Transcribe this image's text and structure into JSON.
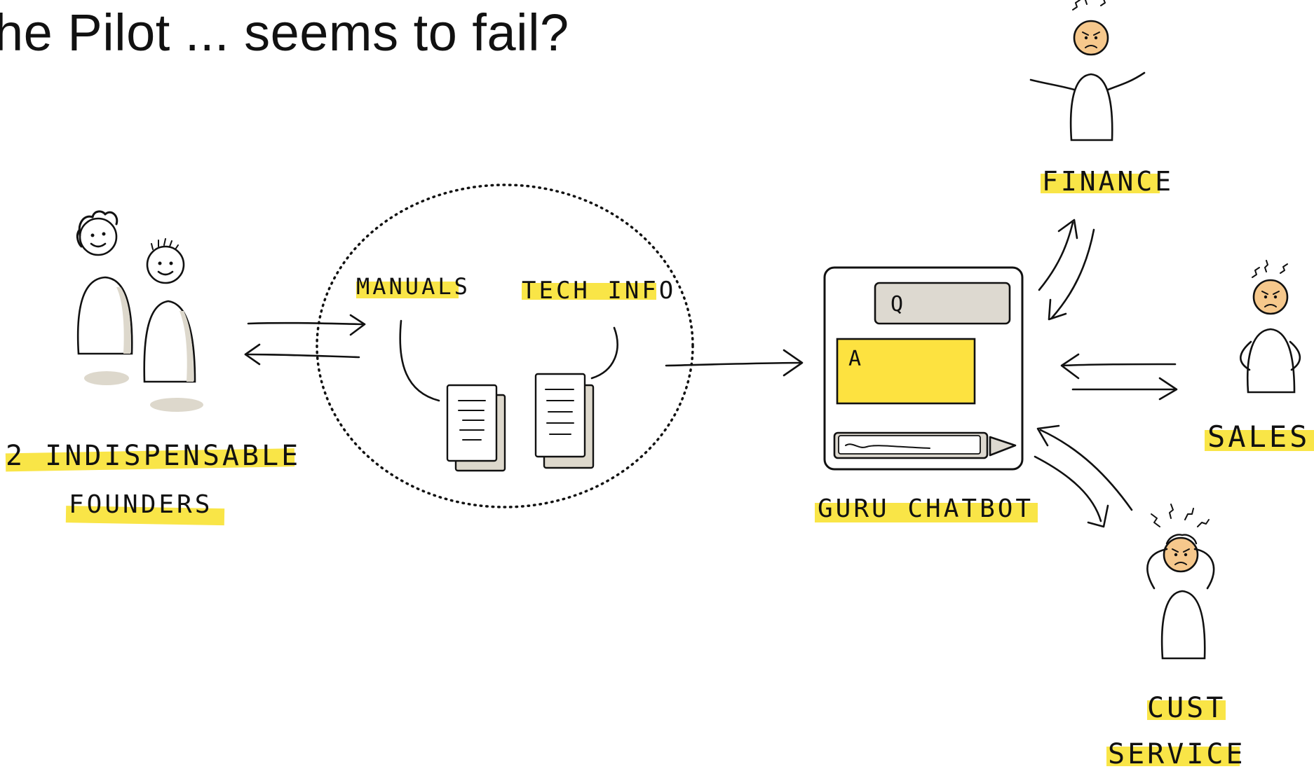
{
  "title": "he Pilot ... seems to fail?",
  "labels": {
    "founders_line1": "2 INDISPENSABLE",
    "founders_line2": "FOUNDERS",
    "manuals": "MANUALS",
    "tech_info": "TECH INFO",
    "chatbot": "GURU CHATBOT",
    "finance": "FINANCE",
    "sales": "SALES",
    "cust_line1": "CUST",
    "cust_line2": "SERVICE"
  },
  "chatbot_ui": {
    "question_label": "Q",
    "answer_label": "A"
  },
  "colors": {
    "highlight": "#f9e547",
    "answer_box": "#fde240",
    "question_box": "#ddd9d0",
    "face_angry": "#f6c88c",
    "shadow": "#ddd8cc",
    "ink": "#111111"
  }
}
